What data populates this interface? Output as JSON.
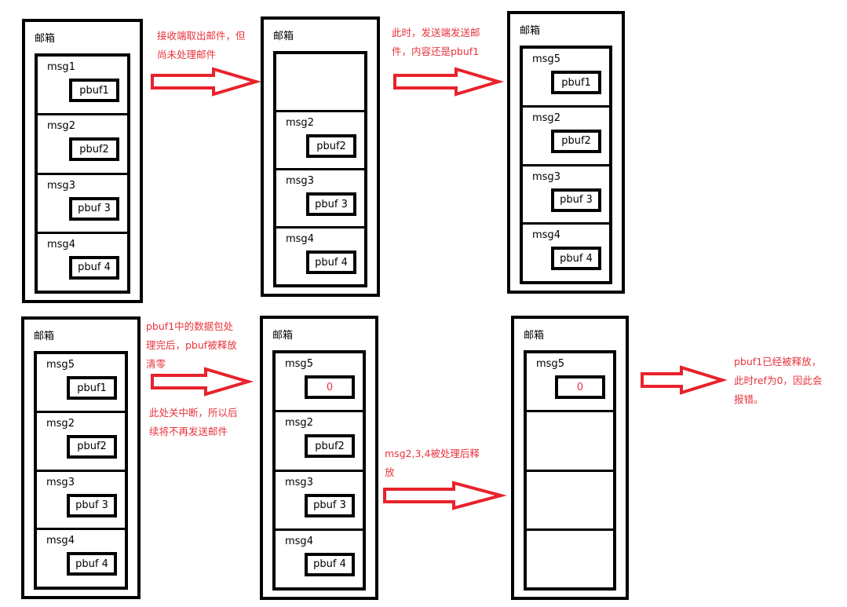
{
  "diagram_title": "lwIP mailbox pbuf release sequence",
  "colors": {
    "annotation": "#e8333c",
    "arrow": "#e8222c",
    "border": "#000000"
  },
  "mailboxes": [
    {
      "title": "邮箱",
      "slots": [
        {
          "msg": "msg1",
          "pbuf": "pbuf1",
          "zero": false
        },
        {
          "msg": "msg2",
          "pbuf": "pbuf2",
          "zero": false
        },
        {
          "msg": "msg3",
          "pbuf": "pbuf 3",
          "zero": false
        },
        {
          "msg": "msg4",
          "pbuf": "pbuf 4",
          "zero": false
        }
      ]
    },
    {
      "title": "邮箱",
      "slots": [
        {
          "msg": "",
          "pbuf": "",
          "zero": false
        },
        {
          "msg": "msg2",
          "pbuf": "pbuf2",
          "zero": false
        },
        {
          "msg": "msg3",
          "pbuf": "pbuf 3",
          "zero": false
        },
        {
          "msg": "msg4",
          "pbuf": "pbuf 4",
          "zero": false
        }
      ]
    },
    {
      "title": "邮箱",
      "slots": [
        {
          "msg": "msg5",
          "pbuf": "pbuf1",
          "zero": false
        },
        {
          "msg": "msg2",
          "pbuf": "pbuf2",
          "zero": false
        },
        {
          "msg": "msg3",
          "pbuf": "pbuf 3",
          "zero": false
        },
        {
          "msg": "msg4",
          "pbuf": "pbuf 4",
          "zero": false
        }
      ]
    },
    {
      "title": "邮箱",
      "slots": [
        {
          "msg": "msg5",
          "pbuf": "pbuf1",
          "zero": false
        },
        {
          "msg": "msg2",
          "pbuf": "pbuf2",
          "zero": false
        },
        {
          "msg": "msg3",
          "pbuf": "pbuf 3",
          "zero": false
        },
        {
          "msg": "msg4",
          "pbuf": "pbuf 4",
          "zero": false
        }
      ]
    },
    {
      "title": "邮箱",
      "slots": [
        {
          "msg": "msg5",
          "pbuf": "0",
          "zero": true
        },
        {
          "msg": "msg2",
          "pbuf": "pbuf2",
          "zero": false
        },
        {
          "msg": "msg3",
          "pbuf": "pbuf 3",
          "zero": false
        },
        {
          "msg": "msg4",
          "pbuf": "pbuf 4",
          "zero": false
        }
      ]
    },
    {
      "title": "邮箱",
      "slots": [
        {
          "msg": "msg5",
          "pbuf": "0",
          "zero": true
        },
        {
          "msg": "",
          "pbuf": "",
          "zero": false
        },
        {
          "msg": "",
          "pbuf": "",
          "zero": false
        },
        {
          "msg": "",
          "pbuf": "",
          "zero": false
        }
      ]
    }
  ],
  "annotations": {
    "step1": [
      "接收端取出邮件，但",
      "尚未处理邮件"
    ],
    "step2": [
      "此时，发送端发送邮",
      "件，内容还是pbuf1"
    ],
    "step3": [
      "pbuf1中的数据包处",
      "理完后，pbuf被释放",
      "清零"
    ],
    "step3b": [
      "此处关中断，所以后",
      "续将不再发送邮件"
    ],
    "step4": [
      "msg2,3,4被处理后释",
      "放"
    ],
    "step5": [
      "pbuf1已经被释放，",
      "此时ref为0，因此会",
      "报错。"
    ]
  }
}
